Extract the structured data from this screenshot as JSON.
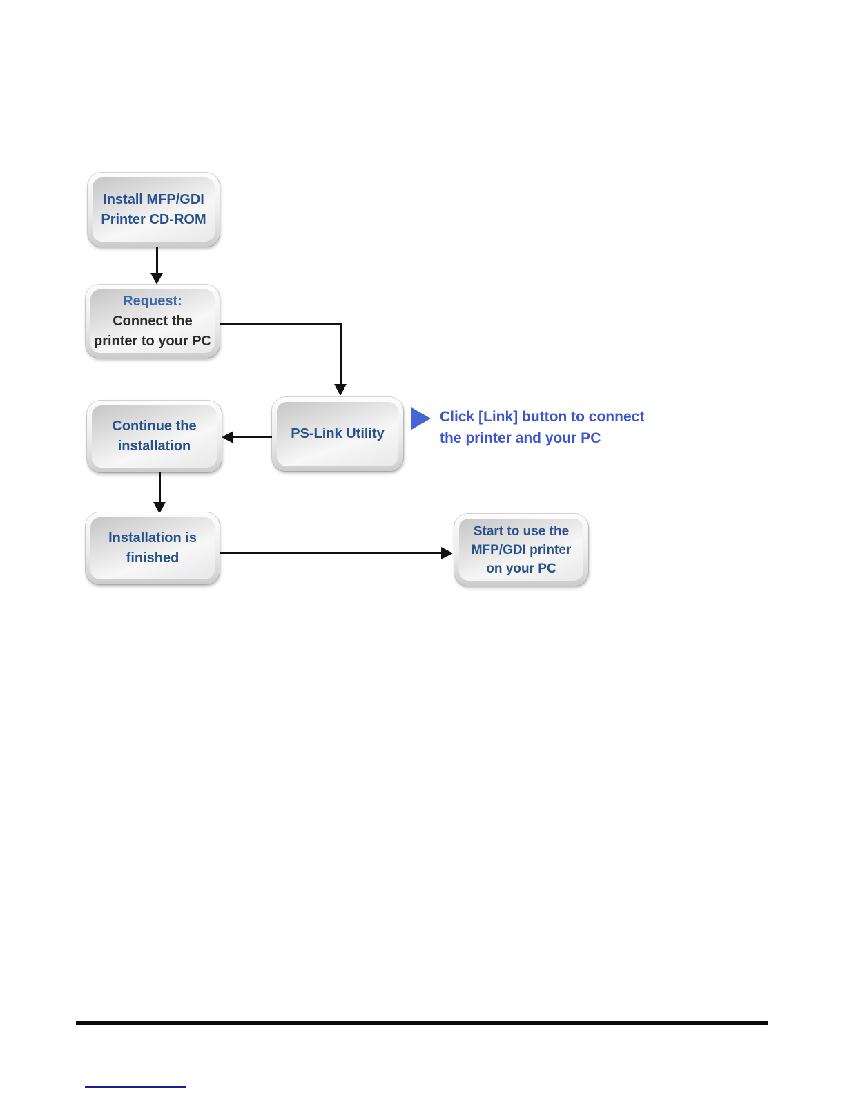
{
  "colors": {
    "box_title": "#27508c",
    "box_subtext": "#2b2b2b",
    "request_label": "#3a67a8",
    "annotation": "#3e56cd",
    "annotation_pointer": "#4566d4",
    "arrow": "#111111",
    "footer_rule": "#0b0b0b",
    "footer_link": "#1a1f96"
  },
  "flowchart": {
    "install_box": {
      "line1": "Install MFP/GDI",
      "line2": "Printer CD-ROM"
    },
    "request_box": {
      "title": "Request:",
      "line1": "Connect the",
      "line2": "printer to your PC"
    },
    "pslink_box": {
      "line1": "PS-Link Utility"
    },
    "continue_box": {
      "line1": "Continue the",
      "line2": "installation"
    },
    "finished_box": {
      "line1": "Installation is",
      "line2": "finished"
    },
    "start_box": {
      "line1": "Start to use the",
      "line2": "MFP/GDI printer",
      "line3": "on your PC"
    },
    "annotation": {
      "line1": "Click [Link] button to connect",
      "line2": "the printer and your PC"
    }
  }
}
